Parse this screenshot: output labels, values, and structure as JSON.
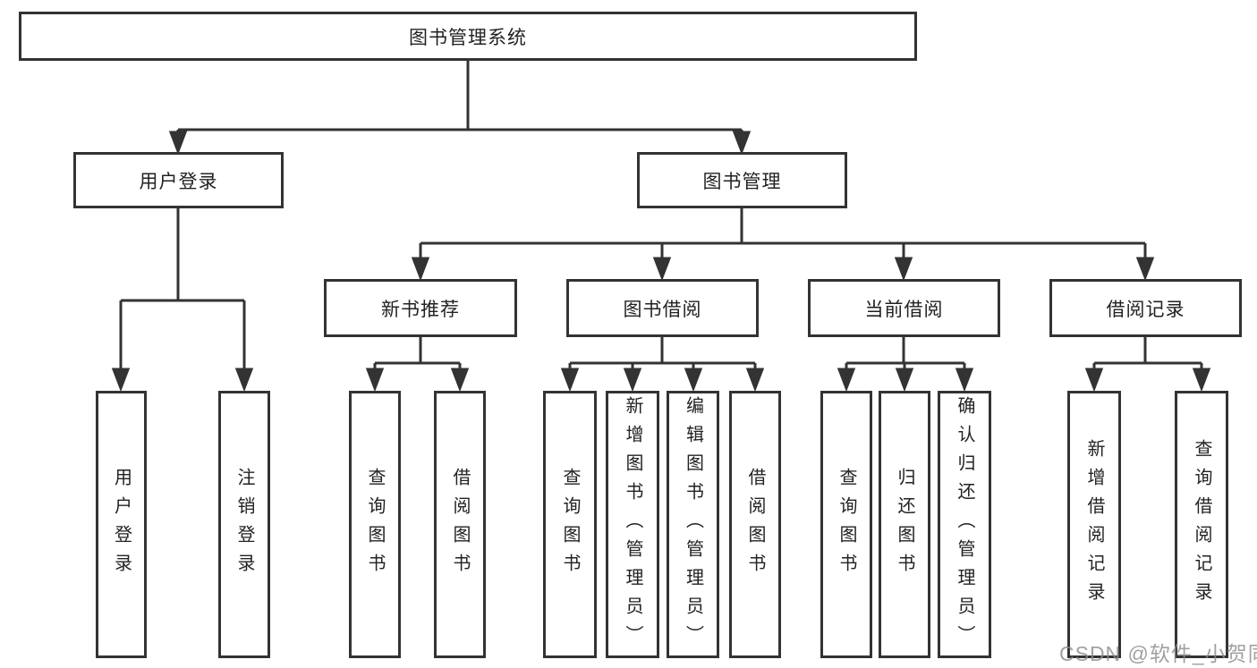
{
  "colors": {
    "line": "#333333",
    "text": "#222222",
    "background": "#ffffff",
    "watermark": "#8c8c8c"
  },
  "watermark": {
    "text": "CSDN @软件_小贺同学"
  },
  "tree": {
    "label": "图书管理系统",
    "children": [
      {
        "label": "用户登录",
        "children": [
          {
            "label": "用户登录"
          },
          {
            "label": "注销登录"
          }
        ]
      },
      {
        "label": "图书管理",
        "children": [
          {
            "label": "新书推荐",
            "children": [
              {
                "label": "查询图书"
              },
              {
                "label": "借阅图书"
              }
            ]
          },
          {
            "label": "图书借阅",
            "children": [
              {
                "label": "查询图书"
              },
              {
                "label": "新增图书（管理员）"
              },
              {
                "label": "编辑图书（管理员）"
              },
              {
                "label": "借阅图书"
              }
            ]
          },
          {
            "label": "当前借阅",
            "children": [
              {
                "label": "查询图书"
              },
              {
                "label": "归还图书"
              },
              {
                "label": "确认归还（管理员）"
              }
            ]
          },
          {
            "label": "借阅记录",
            "children": [
              {
                "label": "新增借阅记录"
              },
              {
                "label": "查询借阅记录"
              }
            ]
          }
        ]
      }
    ]
  }
}
